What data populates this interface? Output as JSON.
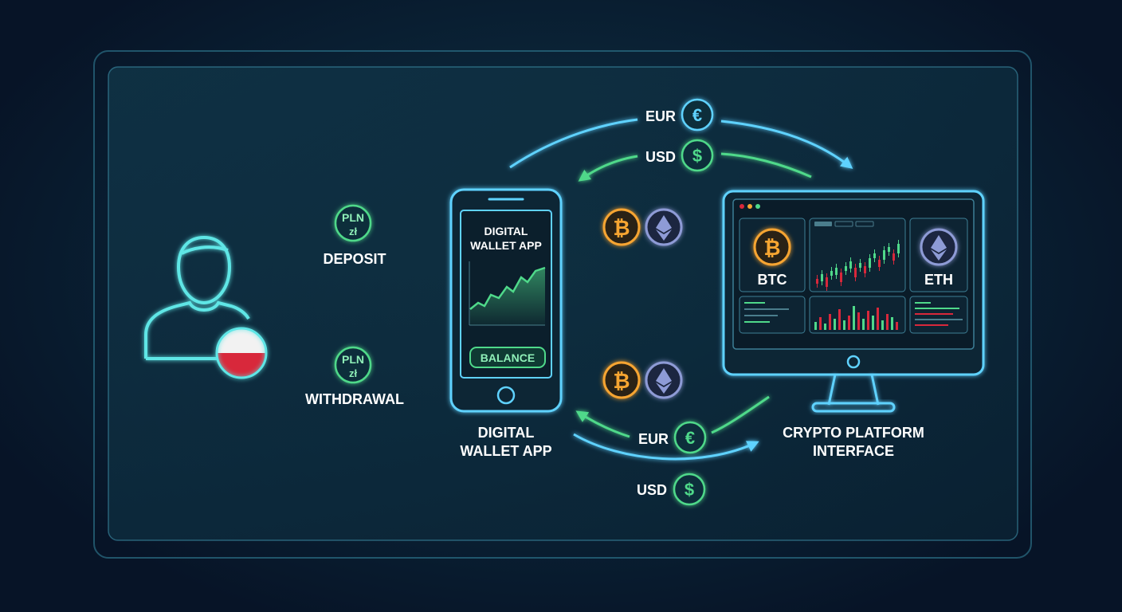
{
  "flows": {
    "deposit_label": "DEPOSIT",
    "withdrawal_label": "WITHDRAWAL",
    "deposit_currency": "PLN",
    "deposit_symbol": "zł",
    "withdrawal_currency": "PLN",
    "withdrawal_symbol": "zł"
  },
  "top_loop": {
    "eur_label": "EUR",
    "eur_symbol": "€",
    "usd_label": "USD",
    "usd_symbol": "$"
  },
  "bottom_loop": {
    "eur_label": "EUR",
    "eur_symbol": "€",
    "usd_label": "USD",
    "usd_symbol": "$"
  },
  "phone": {
    "screen_title_line1": "DIGITAL",
    "screen_title_line2": "WALLET APP",
    "balance_button": "BALANCE",
    "caption_line1": "DIGITAL",
    "caption_line2": "WALLET APP"
  },
  "platform": {
    "btc_label": "BTC",
    "eth_label": "ETH",
    "caption_line1": "CRYPTO PLATFORM",
    "caption_line2": "INTERFACE"
  },
  "colors": {
    "cyan": "#5fd2ff",
    "green": "#4fd98a",
    "bitcoin": "#f7a531",
    "ethereum": "#8e9bd6",
    "flag_white": "#f2f2f2",
    "flag_red": "#d8283b",
    "text": "#ffffff"
  }
}
